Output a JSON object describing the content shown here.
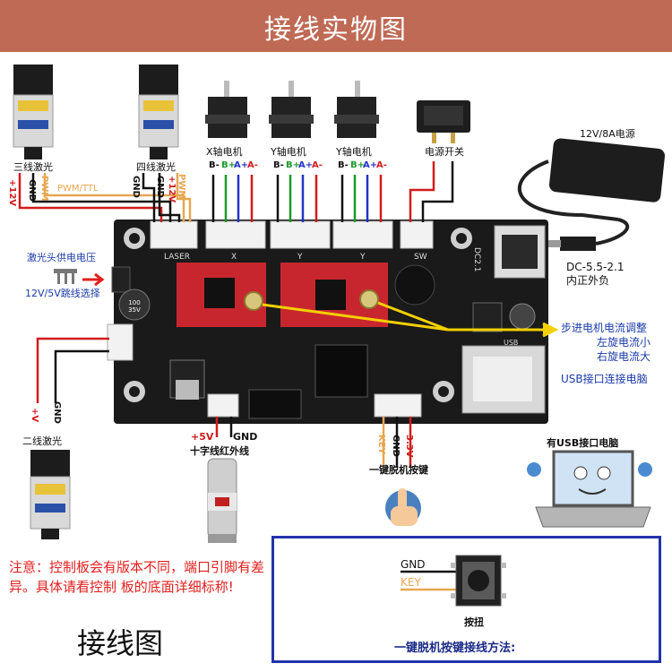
{
  "header": {
    "title": "接线实物图"
  },
  "lasers": {
    "three_wire": "三线激光",
    "four_wire": "四线激光",
    "two_wire": "二线激光",
    "wires": {
      "plus12": "+12V",
      "gnd": "GND",
      "pwm": "PWM",
      "pwm_ttl": "PWM/TTL",
      "plus_v": "+V"
    }
  },
  "motors": [
    {
      "label": "X轴电机"
    },
    {
      "label": "Y轴电机"
    },
    {
      "label": "Y轴电机"
    }
  ],
  "motor_pins": [
    "B-",
    "B+",
    "A+",
    "A-"
  ],
  "power_switch": "电源开关",
  "power_supply": {
    "label": "12V/8A电源",
    "dc_spec_1": "DC-5.5-2.1",
    "dc_spec_2": "内正外负"
  },
  "laser_voltage": {
    "line1": "激光头供电电压",
    "line2": "12V/5V跳线选择"
  },
  "stepper_adjust": {
    "line1": "步进电机电流调整",
    "line2": "左旋电流小",
    "line3": "右旋电流大"
  },
  "usb": {
    "label": "USB接口连接电脑",
    "computer": "有USB接口电脑"
  },
  "infrared": {
    "plus5": "+5V",
    "gnd": "GND",
    "label": "十字线红外线"
  },
  "key_header": {
    "key": "KEY",
    "gnd": "GND",
    "v33": "3.3V",
    "label": "一键脱机按键"
  },
  "note": "注意：控制板会有版本不同，端口引脚有差异。具体请看控制 板的底面详细标称!",
  "footer": "接线图",
  "button_box": {
    "gnd": "GND",
    "key": "KEY",
    "button": "按扭",
    "title": "一键脱机按键接线方法:"
  },
  "board_marks": {
    "laser": "LASER",
    "x": "X",
    "y1": "Y",
    "y2": "Y",
    "sw": "SW",
    "dc": "DC2.1",
    "usb": "USB",
    "cap": "100 35V"
  }
}
